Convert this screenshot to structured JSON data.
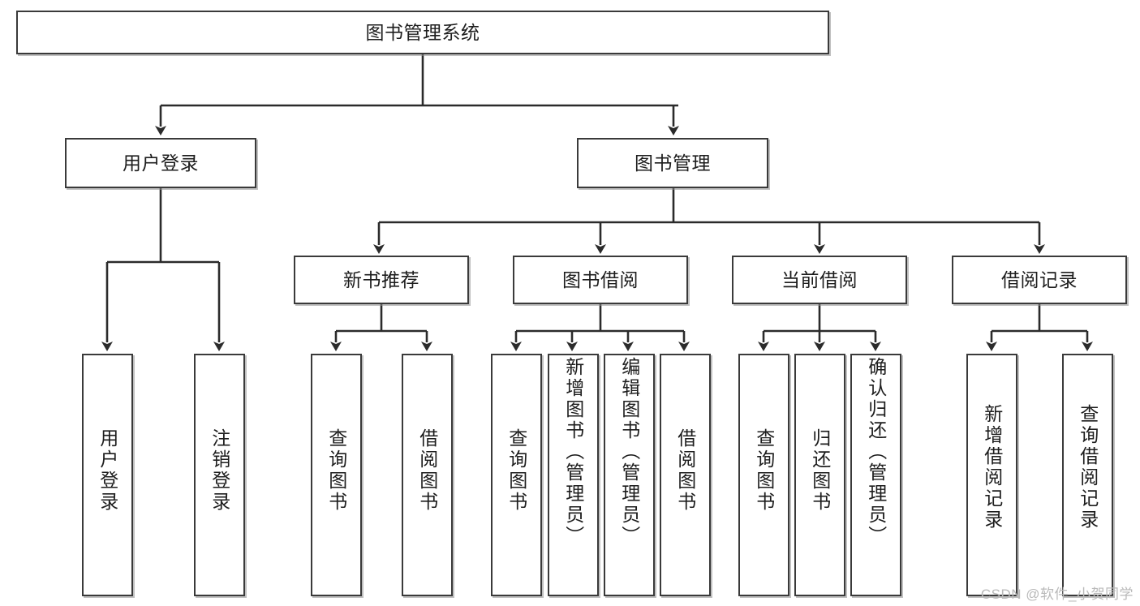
{
  "diagram": {
    "title": "图书管理系统",
    "type": "hierarchy-tree",
    "root": {
      "id": "root",
      "label": "图书管理系统"
    },
    "level2": [
      {
        "id": "user-login",
        "label": "用户登录"
      },
      {
        "id": "book-manage",
        "label": "图书管理"
      }
    ],
    "level3": [
      {
        "id": "new-book-recommend",
        "label": "新书推荐"
      },
      {
        "id": "book-borrow",
        "label": "图书借阅"
      },
      {
        "id": "current-borrow",
        "label": "当前借阅"
      },
      {
        "id": "borrow-record",
        "label": "借阅记录"
      }
    ],
    "leaves": {
      "user_login": [
        {
          "id": "leaf-user-login",
          "label": "用户登录"
        },
        {
          "id": "leaf-logout-login",
          "label": "注销登录"
        }
      ],
      "new_book_recommend": [
        {
          "id": "leaf-query-book-1",
          "label": "查询图书"
        },
        {
          "id": "leaf-borrow-book-1",
          "label": "借阅图书"
        }
      ],
      "book_borrow": [
        {
          "id": "leaf-query-book-2",
          "label": "查询图书"
        },
        {
          "id": "leaf-add-book",
          "label": "新增图书（管理员）"
        },
        {
          "id": "leaf-edit-book",
          "label": "编辑图书（管理员）"
        },
        {
          "id": "leaf-borrow-book-2",
          "label": "借阅图书"
        }
      ],
      "current_borrow": [
        {
          "id": "leaf-query-book-3",
          "label": "查询图书"
        },
        {
          "id": "leaf-return-book",
          "label": "归还图书"
        },
        {
          "id": "leaf-confirm-return",
          "label": "确认归还（管理员）"
        }
      ],
      "borrow_record": [
        {
          "id": "leaf-add-record",
          "label": "新增借阅记录"
        },
        {
          "id": "leaf-query-record",
          "label": "查询借阅记录"
        }
      ]
    }
  },
  "watermark": {
    "text": "CSDN @软件_小贺同学"
  },
  "colors": {
    "box_border": "#3a3a3a",
    "box_fill": "#ffffff",
    "line": "#2b2b2b",
    "text": "#1d1d1d",
    "watermark": "#b9b9b9",
    "shadow": "#8c8c8c"
  }
}
